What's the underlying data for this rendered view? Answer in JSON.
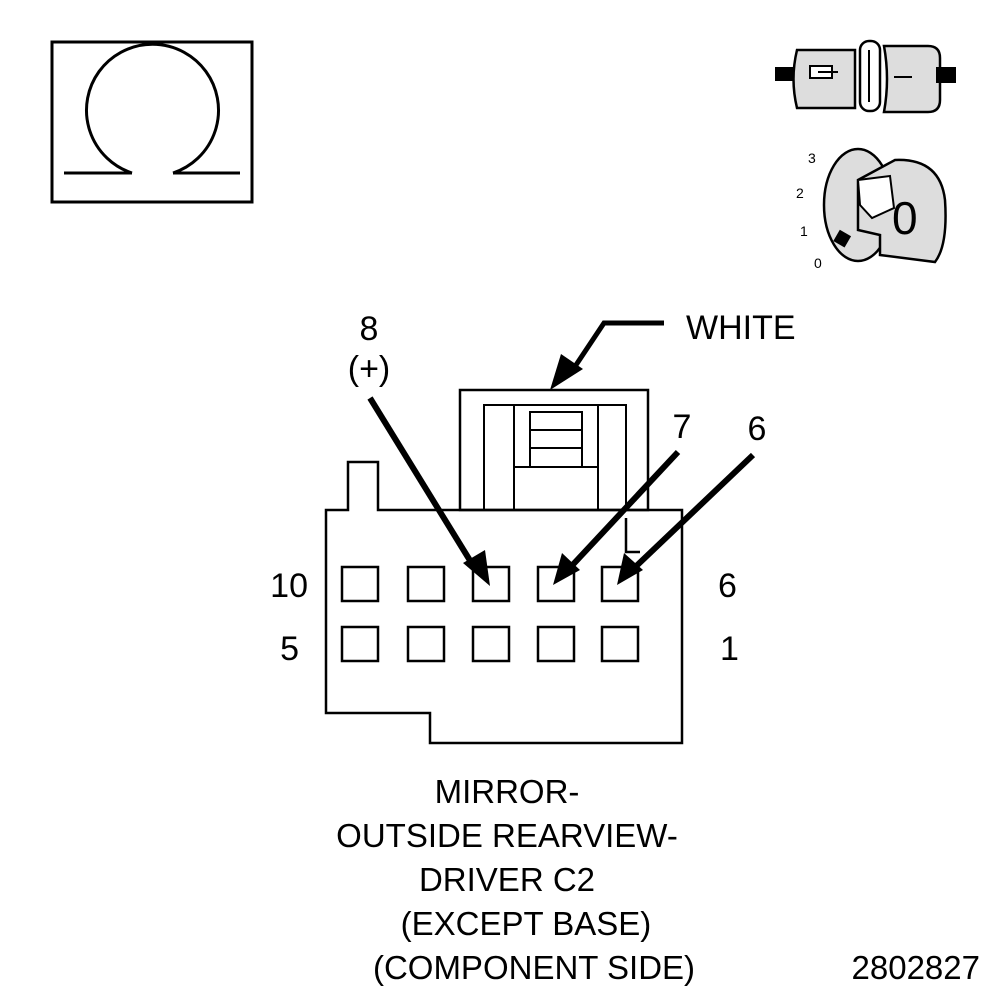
{
  "symbols": {
    "ohm_meter_icon": "ohm-symbol",
    "connector_disconnected_icon": "connector-disconnected",
    "ignition_key_icon": "ignition-key",
    "ignition_positions": [
      "3",
      "2",
      "1",
      "0"
    ],
    "key_position": "0"
  },
  "connector": {
    "housing_color_label": "WHITE",
    "row_labels": {
      "top_left": "10",
      "bottom_left": "5",
      "top_right": "6",
      "bottom_right": "1"
    },
    "pin_callouts": [
      {
        "pin": "8",
        "polarity": "(+)"
      },
      {
        "pin": "7"
      },
      {
        "pin": "6"
      }
    ]
  },
  "caption": {
    "lines": [
      "MIRROR-",
      "OUTSIDE REARVIEW-",
      "DRIVER C2",
      "(EXCEPT BASE)",
      "(COMPONENT SIDE)"
    ]
  },
  "figure_number": "2802827",
  "colors": {
    "ink": "#000000",
    "paper": "#ffffff",
    "shade": "#dddddd"
  }
}
